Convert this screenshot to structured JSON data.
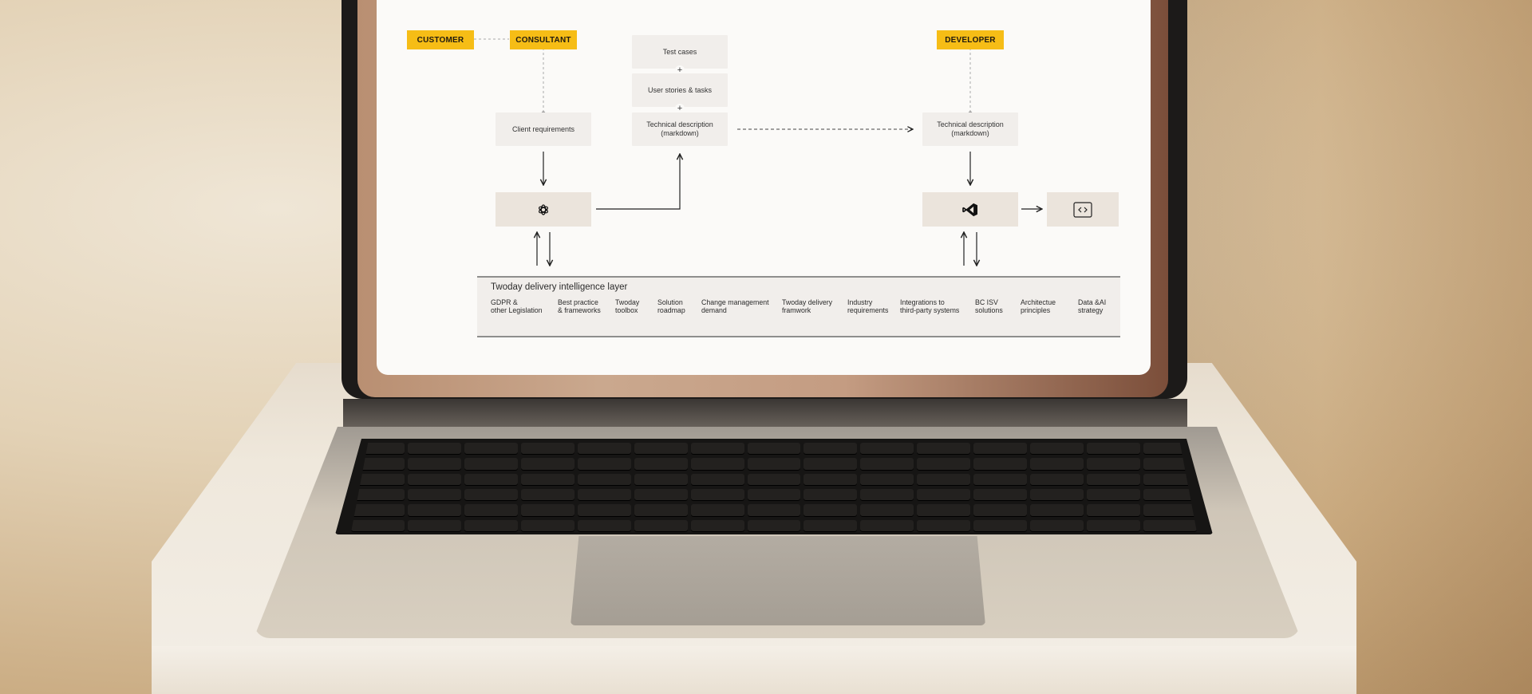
{
  "diagram": {
    "roles": {
      "customer": "CUSTOMER",
      "consultant": "CONSULTANT",
      "developer": "DEVELOPER"
    },
    "boxes": {
      "client_requirements": "Client requirements",
      "test_cases": "Test cases",
      "user_stories": "User stories & tasks",
      "tech_desc_left": "Technical description\n(markdown)",
      "tech_desc_right": "Technical description\n(markdown)"
    },
    "icons": {
      "ai": "openai-icon",
      "editor": "visual-studio-icon",
      "code": "code-brackets-icon"
    },
    "plus_symbol": "+",
    "layer": {
      "title": "Twoday delivery intelligence layer",
      "items": [
        "GDPR &\nother Legislation",
        "Best practice\n& frameworks",
        "Twoday\ntoolbox",
        "Solution\nroadmap",
        "Change management\ndemand",
        "Twoday delivery\nframwork",
        "Industry\nrequirements",
        "Integrations to\nthird-party systems",
        "BC ISV\nsolutions",
        "Architectue\nprinciples",
        "Data &AI\nstrategy"
      ]
    },
    "colors": {
      "role_tag": "#f6bd16",
      "box": "#f1eeeb",
      "icon_box": "#ebe4dc"
    }
  }
}
